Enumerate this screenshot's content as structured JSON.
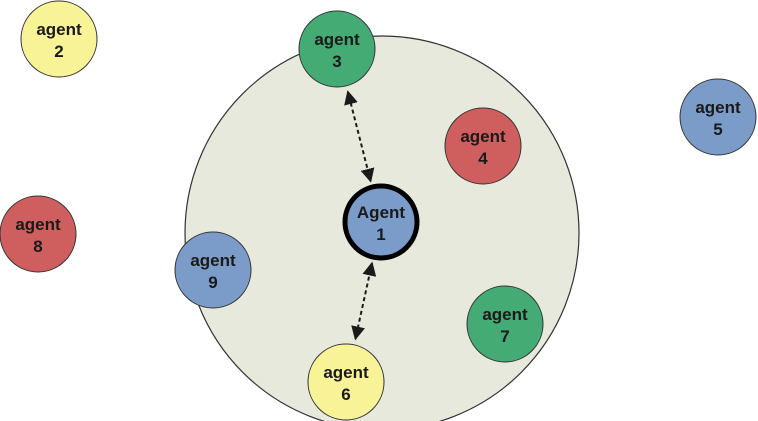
{
  "colors": {
    "range_fill": "#e6e9dc",
    "outline": "#333333",
    "yellow": "#f8f397",
    "green": "#43ab73",
    "red": "#cf5e5e",
    "blue": "#7b9cc9"
  },
  "agents": [
    {
      "id": "a1",
      "line1": "Agent",
      "line2": "1",
      "color": "blue",
      "focus": true
    },
    {
      "id": "a2",
      "line1": "agent",
      "line2": "2",
      "color": "yellow"
    },
    {
      "id": "a3",
      "line1": "agent",
      "line2": "3",
      "color": "green"
    },
    {
      "id": "a4",
      "line1": "agent",
      "line2": "4",
      "color": "red"
    },
    {
      "id": "a5",
      "line1": "agent",
      "line2": "5",
      "color": "blue"
    },
    {
      "id": "a6",
      "line1": "agent",
      "line2": "6",
      "color": "yellow"
    },
    {
      "id": "a7",
      "line1": "agent",
      "line2": "7",
      "color": "green"
    },
    {
      "id": "a8",
      "line1": "agent",
      "line2": "8",
      "color": "red"
    },
    {
      "id": "a9",
      "line1": "agent",
      "line2": "9",
      "color": "blue"
    }
  ],
  "links": [
    {
      "from": "a1",
      "to": "a3"
    },
    {
      "from": "a1",
      "to": "a6"
    }
  ]
}
